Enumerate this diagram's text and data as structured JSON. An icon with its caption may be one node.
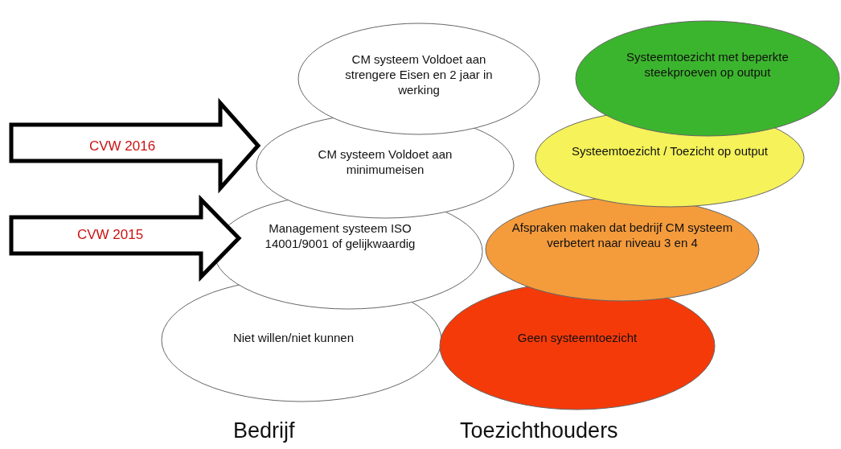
{
  "diagram": {
    "nodes": [
      {
        "text": [
          "CM systeem Voldoet aan strengere Eisen en 2 jaar in werking"
        ]
      },
      {
        "text": [
          "CM systeem Voldoet aan minimumeisen"
        ]
      },
      {
        "text": [
          "Management systeem ISO 14001/9001 of gelijkwaardig"
        ]
      },
      {
        "text": [
          "Niet willen/niet kunnen"
        ]
      },
      {
        "text": [
          "Systeemtoezicht met beperkte steekproeven op output"
        ]
      },
      {
        "text": [
          "Systeemtoezicht / Toezicht op output"
        ]
      },
      {
        "text": [
          "Afspraken maken dat bedrijf CM systeem verbetert naar niveau 3 en 4"
        ]
      },
      {
        "text": [
          "Geen systeemtoezicht"
        ]
      },
      {
        "text": [
          "CVW 2016"
        ]
      },
      {
        "text": [
          "CVW 2015"
        ]
      }
    ],
    "labels": [
      "Bedrijf",
      "Toezichthouders"
    ]
  }
}
